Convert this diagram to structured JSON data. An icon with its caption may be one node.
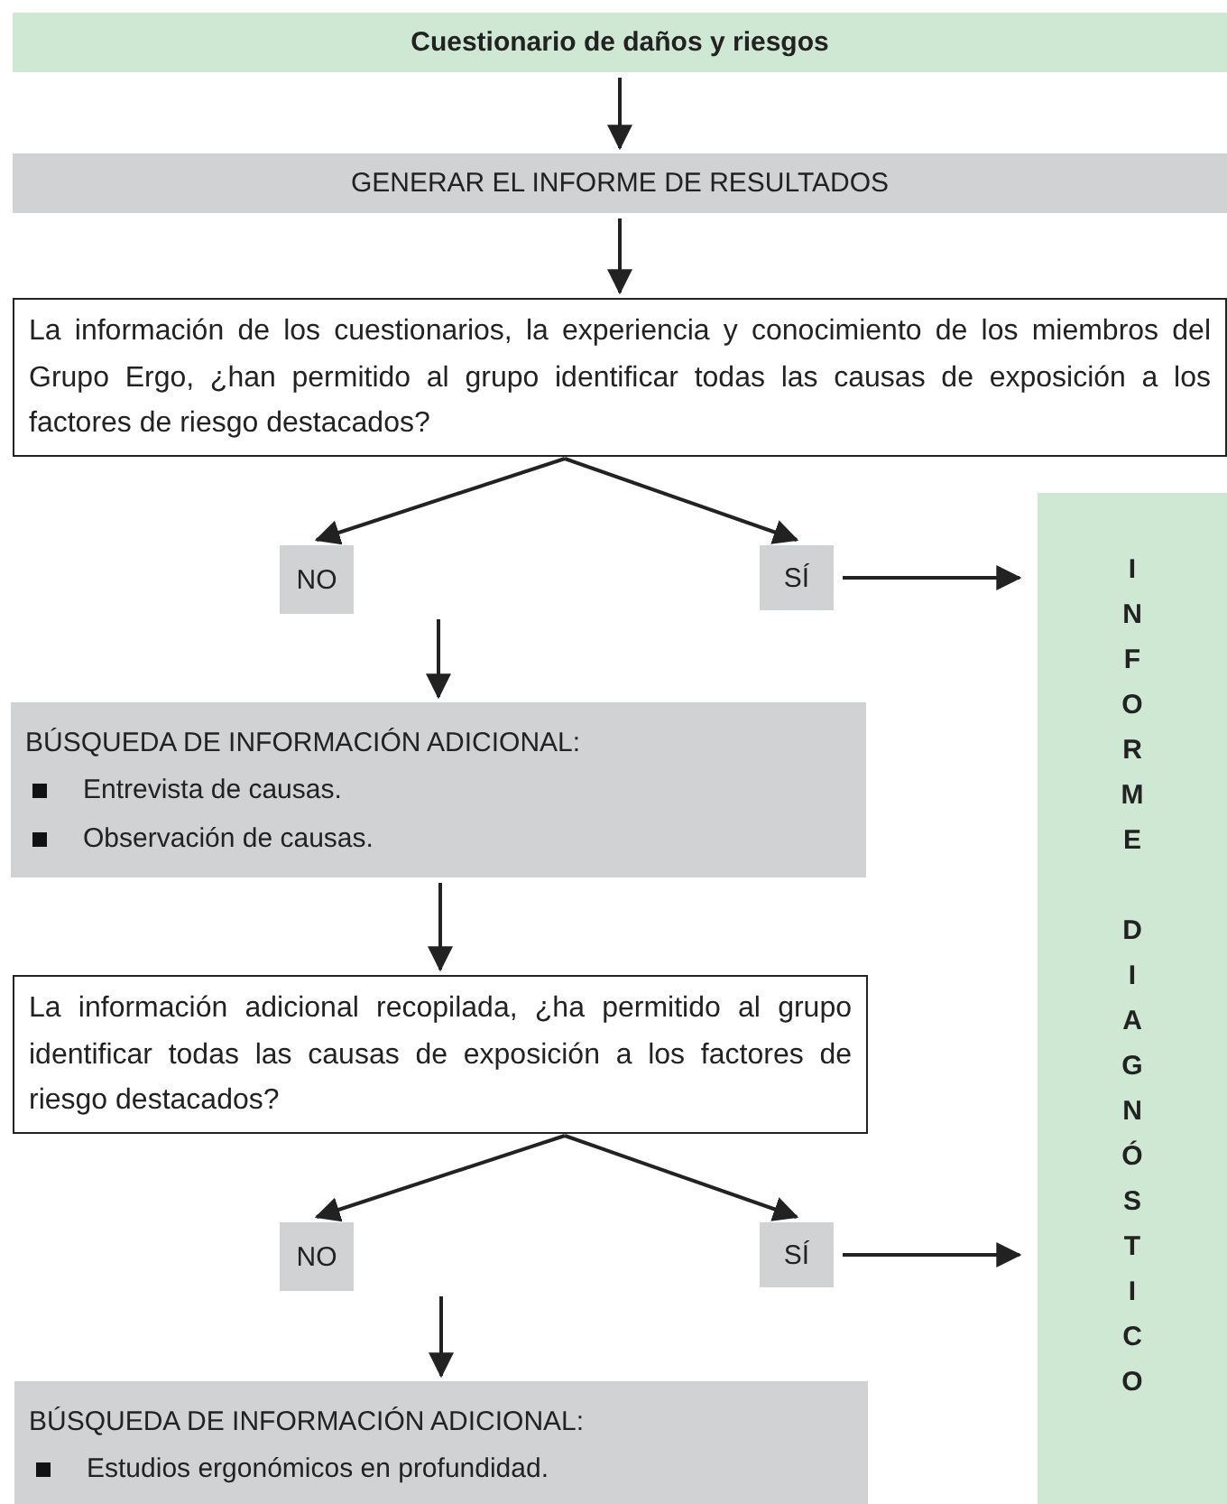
{
  "diagram": {
    "nodes": [
      {
        "text": [
          "Cuestionario de daños y riesgos"
        ]
      },
      {
        "text": [
          "GENERAR EL INFORME DE RESULTADOS"
        ]
      },
      {
        "text": [
          "La información de los cuestionarios, la experiencia y conocimiento de los miembros del Grupo Ergo, ¿han permitido al grupo identificar todas las causas de exposición a los factores de riesgo destacados?"
        ]
      },
      {
        "text": [
          "NO"
        ]
      },
      {
        "text": [
          "SÍ"
        ]
      },
      {
        "text": [
          "INFORME DIAGNÓSTICO"
        ]
      },
      {
        "text": [
          "BÚSQUEDA DE INFORMACIÓN ADICIONAL:",
          "Entrevista de causas.",
          "Observación de causas."
        ]
      },
      {
        "text": [
          "La información adicional recopilada, ¿ha permitido al grupo identificar todas las causas de exposición a los factores de riesgo destacados?"
        ]
      },
      {
        "text": [
          "NO"
        ]
      },
      {
        "text": [
          "SÍ"
        ]
      },
      {
        "text": [
          "BÚSQUEDA DE INFORMACIÓN ADICIONAL:",
          "Estudios ergonómicos en profundidad."
        ]
      }
    ],
    "edges": [
      {
        "from": 0,
        "to": 1,
        "arrow": "to"
      },
      {
        "from": 1,
        "to": 2,
        "arrow": "to"
      },
      {
        "from": 2,
        "to": 3,
        "arrow": "to"
      },
      {
        "from": 2,
        "to": 4,
        "arrow": "to"
      },
      {
        "from": 4,
        "to": 5,
        "arrow": "to"
      },
      {
        "from": 3,
        "to": 6,
        "arrow": "to"
      },
      {
        "from": 6,
        "to": 7,
        "arrow": "to"
      },
      {
        "from": 7,
        "to": 8,
        "arrow": "to"
      },
      {
        "from": 7,
        "to": 9,
        "arrow": "to"
      },
      {
        "from": 9,
        "to": 5,
        "arrow": "to"
      },
      {
        "from": 8,
        "to": 10,
        "arrow": "to"
      }
    ]
  }
}
